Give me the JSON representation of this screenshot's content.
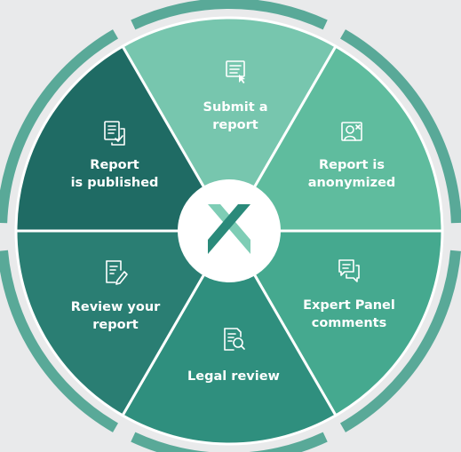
{
  "colors": {
    "background": "#e9eaeb",
    "outer_ring": "#3f9e8a",
    "divider": "#ffffff",
    "center_circle": "#ffffff",
    "logo_light": "#7ecdb5",
    "logo_dark": "#2a8a7a"
  },
  "center": {
    "logo": "interlocking-chevrons-logo"
  },
  "steps": [
    {
      "id": "submit",
      "lines": [
        "Submit a",
        "report"
      ],
      "icon": "form-cursor-icon",
      "color": "#77c6ae"
    },
    {
      "id": "anonymize",
      "lines": [
        "Report is",
        "anonymized"
      ],
      "icon": "anonymous-user-icon",
      "color": "#5fbc9e"
    },
    {
      "id": "expert",
      "lines": [
        "Expert Panel",
        "comments"
      ],
      "icon": "chat-bubbles-icon",
      "color": "#45a98f"
    },
    {
      "id": "legal",
      "lines": [
        "Legal review"
      ],
      "icon": "document-search-icon",
      "color": "#2f8f7e"
    },
    {
      "id": "review",
      "lines": [
        "Review your",
        "report"
      ],
      "icon": "document-edit-icon",
      "color": "#2a7e73"
    },
    {
      "id": "published",
      "lines": [
        "Report",
        "is published"
      ],
      "icon": "document-check-icon",
      "color": "#1f6b64"
    }
  ]
}
